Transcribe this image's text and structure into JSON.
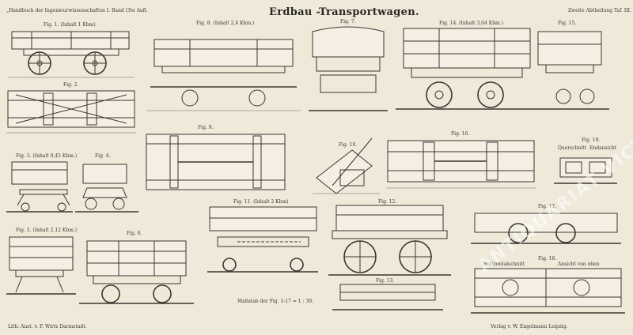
{
  "plate": {
    "header_left": "„Handbuch der Ingenieurwissenschaften I. Band (3te Aufl.",
    "title": "Erdbau -Transportwagen.",
    "header_right": "Zweite Abtheilung Taf. III.",
    "imprint_left": "Lith. Anst. v. F. Wirtz Darmstadt.",
    "imprint_right": "Verlag v. W. Engelmann Leipzig.",
    "scale_note": "Maßstab der Fig. 1-17 = 1 : 30.",
    "watermark": "ANTIQUARIAT VICTORIUS"
  },
  "figures": [
    {
      "key": "f1",
      "label": "Fig. 1. (Inhalt 1 Kbm)"
    },
    {
      "key": "f2",
      "label": "Fig. 2."
    },
    {
      "key": "f3",
      "label": "Fig. 3.  (Inhalt 0,45 Kbm.)"
    },
    {
      "key": "f4",
      "label": "Fig. 4."
    },
    {
      "key": "f5",
      "label": "Fig. 5.  (Inhalt 2,12 Kbm.)"
    },
    {
      "key": "f6",
      "label": "Fig. 6."
    },
    {
      "key": "f8",
      "label": "Fig. 8. (Inhalt 2,4 Kbm.)"
    },
    {
      "key": "f7",
      "label": "Fig. 7."
    },
    {
      "key": "f9",
      "label": "Fig. 9."
    },
    {
      "key": "f10",
      "label": "Fig. 10."
    },
    {
      "key": "f11",
      "label": "Fig. 11. (Inhalt 2 Kbm)"
    },
    {
      "key": "f12",
      "label": "Fig. 12."
    },
    {
      "key": "f13",
      "label": "Fig. 13."
    },
    {
      "key": "f14",
      "label": "Fig. 14. (Inhalt 3,04 Kbm.)"
    },
    {
      "key": "f15",
      "label": "Fig. 15."
    },
    {
      "key": "f16",
      "label": "Fig. 16."
    },
    {
      "key": "f17",
      "label": "Fig. 17."
    },
    {
      "key": "f18",
      "label": "Fig. 18."
    },
    {
      "key": "f19",
      "label": "Fig. 19."
    }
  ],
  "captions": {
    "querschnitt": "Querschnitt",
    "endansicht": "Endansicht",
    "horizontalschnitt": "Horizontalschnitt",
    "ansicht_von_oben": "Ansicht von oben"
  }
}
